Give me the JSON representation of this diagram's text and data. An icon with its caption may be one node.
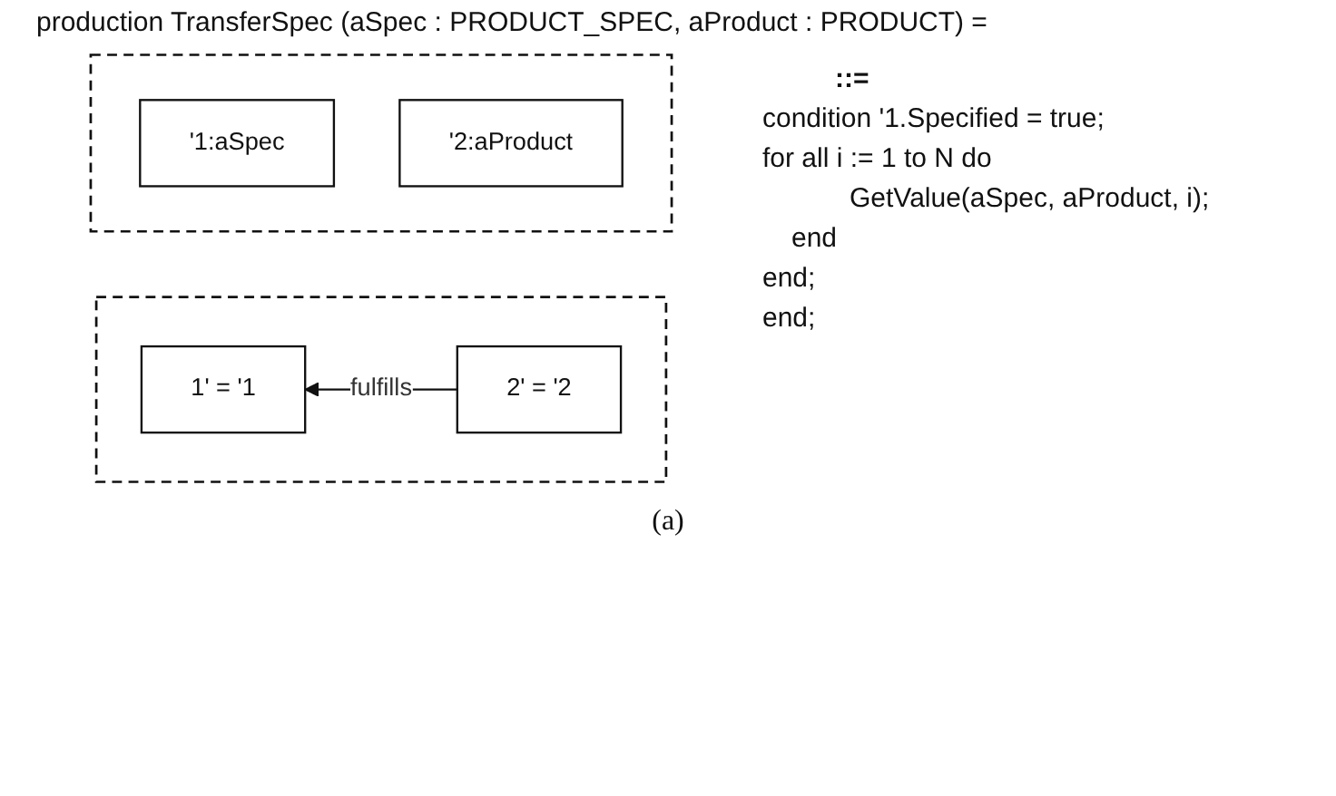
{
  "diagram": {
    "title": "production TransferSpec  (aSpec : PRODUCT_SPEC, aProduct : PRODUCT) =",
    "nodes": [
      {
        "text": [],
        "shape": "box"
      },
      {
        "text": [
          "'1:aSpec"
        ],
        "in": 0
      },
      {
        "text": [
          "'2:aProduct"
        ],
        "in": 0
      },
      {
        "text": [],
        "shape": "box"
      },
      {
        "text": [
          "1' = '1"
        ],
        "in": 3
      },
      {
        "text": [
          "2' = '2"
        ],
        "in": 3
      }
    ],
    "edges": [
      {
        "from": 5,
        "to": 4,
        "arrow": "to",
        "label": "fulfills"
      }
    ],
    "labels": [
      "::=",
      "condition '1.Specified = true;",
      "for all i := 1 to N do",
      "GetValue(aSpec, aProduct, i);",
      "end",
      "end;",
      "end;"
    ],
    "caption": "(a)"
  }
}
